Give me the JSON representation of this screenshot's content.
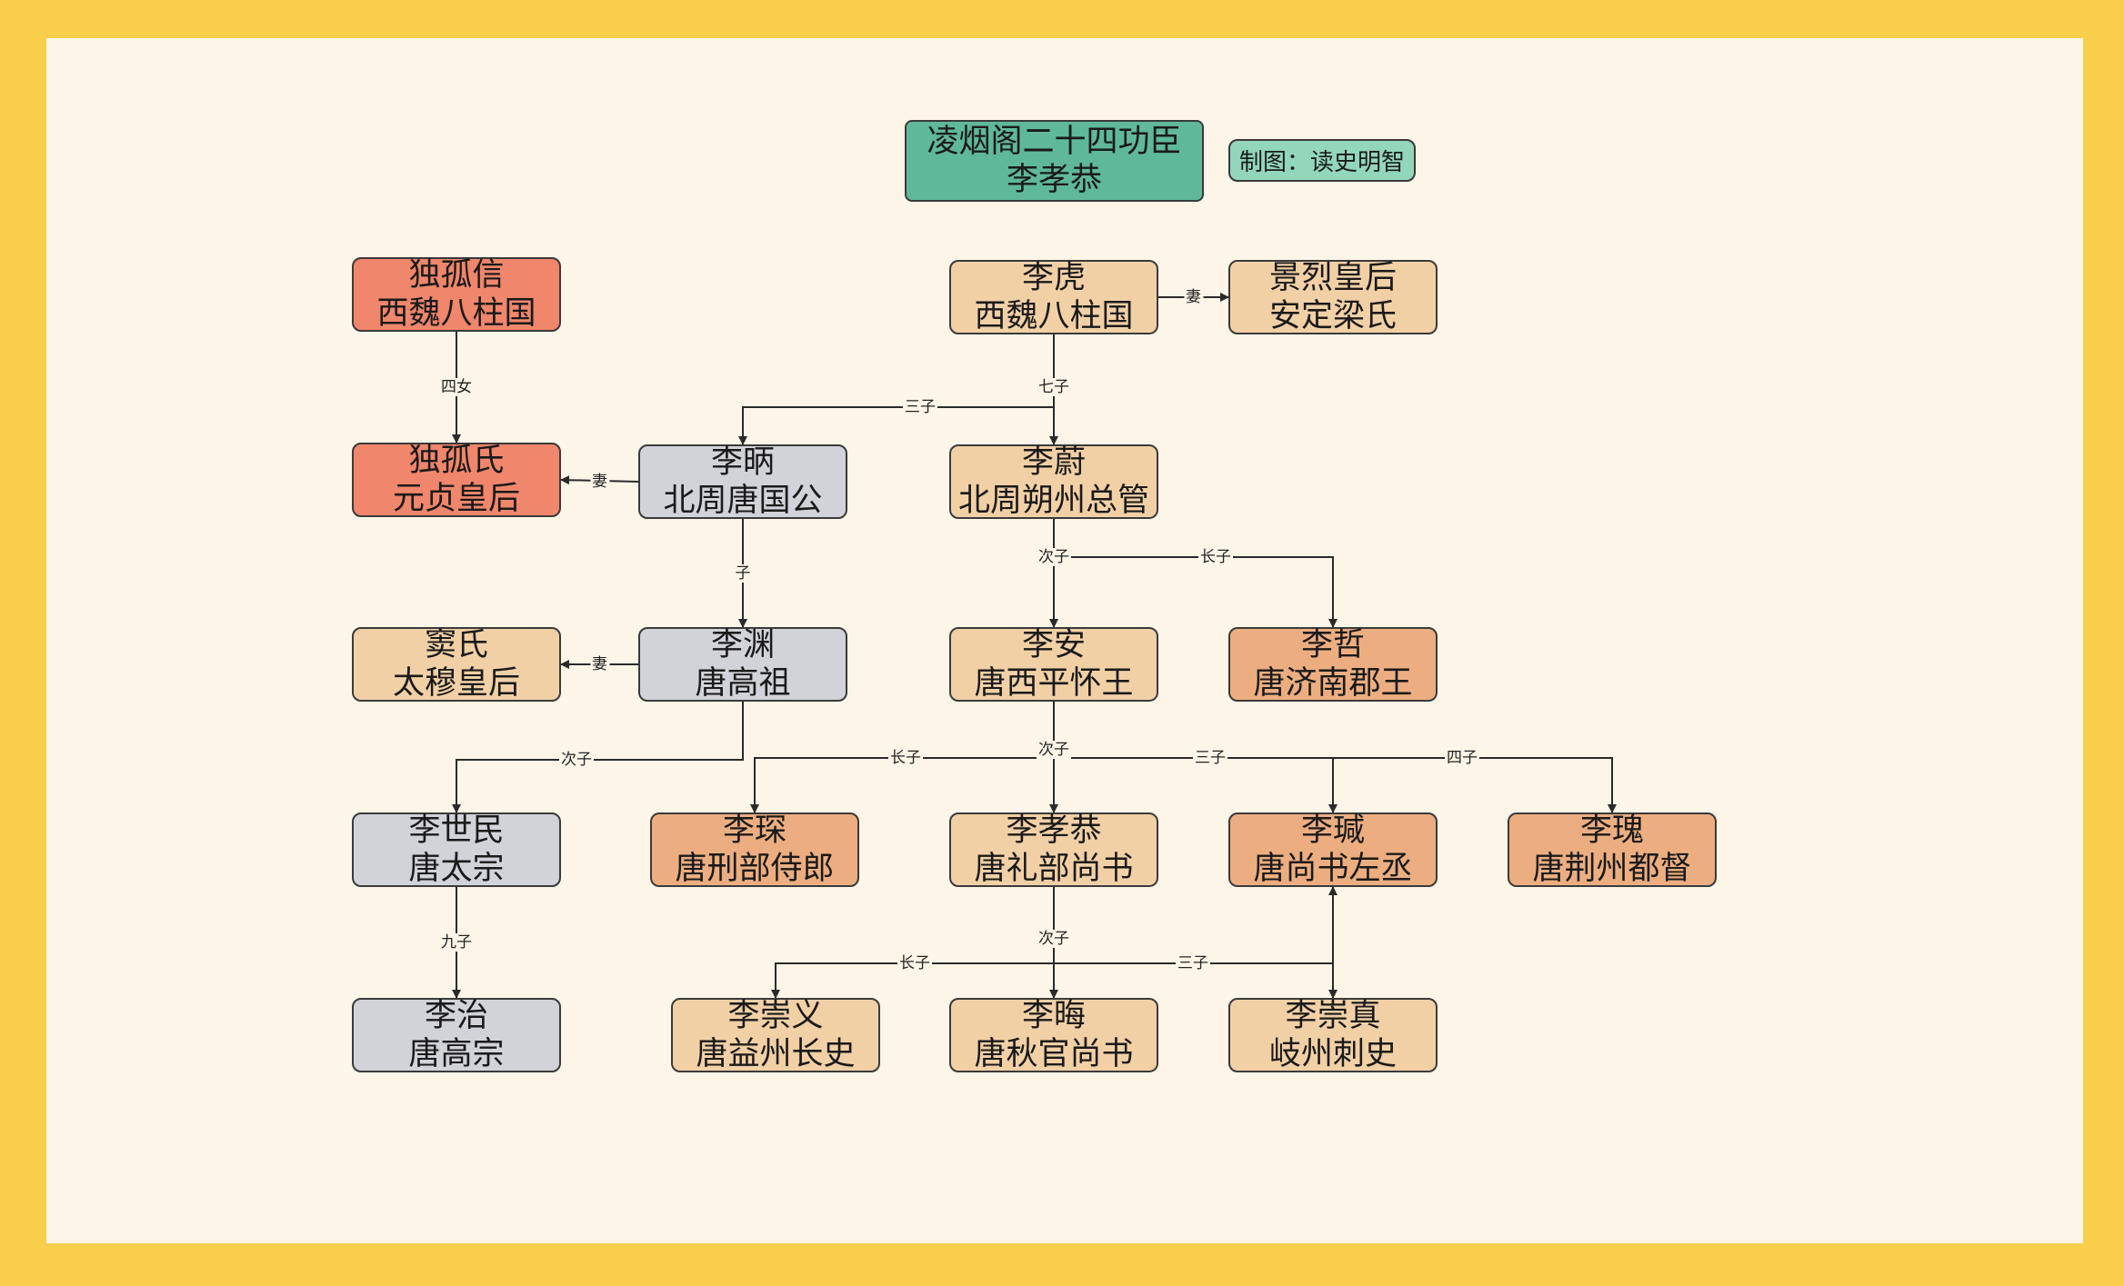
{
  "colors": {
    "frame": "#f8cf4a",
    "canvas": "#fdf5e8",
    "title": "#5fb89a",
    "credit": "#92d6bb",
    "red": "#f0866b",
    "grey": "#d1d3d8",
    "tan": "#f2d0a6",
    "orange": "#ecae80"
  },
  "title": {
    "line1": "凌烟阁二十四功臣",
    "line2": "李孝恭"
  },
  "credit": "制图：读史明智",
  "nodes": [
    {
      "id": "dugu-xin",
      "line1": "独孤信",
      "line2": "西魏八柱国",
      "color": "red"
    },
    {
      "id": "li-hu",
      "line1": "李虎",
      "line2": "西魏八柱国",
      "color": "tan"
    },
    {
      "id": "jinglie",
      "line1": "景烈皇后",
      "line2": "安定梁氏",
      "color": "tan"
    },
    {
      "id": "dugu-shi",
      "line1": "独孤氏",
      "line2": "元贞皇后",
      "color": "red"
    },
    {
      "id": "li-bing",
      "line1": "李昞",
      "line2": "北周唐国公",
      "color": "grey"
    },
    {
      "id": "li-wei",
      "line1": "李蔚",
      "line2": "北周朔州总管",
      "color": "tan"
    },
    {
      "id": "dou-shi",
      "line1": "窦氏",
      "line2": "太穆皇后",
      "color": "tan"
    },
    {
      "id": "li-yuan",
      "line1": "李渊",
      "line2": "唐高祖",
      "color": "grey"
    },
    {
      "id": "li-an",
      "line1": "李安",
      "line2": "唐西平怀王",
      "color": "tan"
    },
    {
      "id": "li-zhe",
      "line1": "李哲",
      "line2": "唐济南郡王",
      "color": "orange"
    },
    {
      "id": "li-shimin",
      "line1": "李世民",
      "line2": "唐太宗",
      "color": "grey"
    },
    {
      "id": "li-chen",
      "line1": "李琛",
      "line2": "唐刑部侍郎",
      "color": "orange"
    },
    {
      "id": "li-xiaogong",
      "line1": "李孝恭",
      "line2": "唐礼部尚书",
      "color": "tan"
    },
    {
      "id": "li-jian",
      "line1": "李瑊",
      "line2": "唐尚书左丞",
      "color": "orange"
    },
    {
      "id": "li-gui",
      "line1": "李瑰",
      "line2": "唐荆州都督",
      "color": "orange"
    },
    {
      "id": "li-zhi",
      "line1": "李治",
      "line2": "唐高宗",
      "color": "grey"
    },
    {
      "id": "li-chongyi",
      "line1": "李崇义",
      "line2": "唐益州长史",
      "color": "tan"
    },
    {
      "id": "li-hui",
      "line1": "李晦",
      "line2": "唐秋官尚书",
      "color": "tan"
    },
    {
      "id": "li-chongzhen",
      "line1": "李崇真",
      "line2": "岐州刺史",
      "color": "tan"
    }
  ],
  "edge_labels": {
    "hu_wife": "妻",
    "dugu_daughter": "四女",
    "hu_seventh": "七子",
    "hu_third": "三子",
    "bing_wife": "妻",
    "bing_son": "子",
    "wei_second": "次子",
    "wei_eldest": "长子",
    "yuan_wife": "妻",
    "yuan_second": "次子",
    "an_second": "次子",
    "an_eldest": "长子",
    "an_third": "三子",
    "an_fourth": "四子",
    "shimin_ninth": "九子",
    "xiaogong_second": "次子",
    "xiaogong_eldest": "长子",
    "xiaogong_third": "三子"
  }
}
